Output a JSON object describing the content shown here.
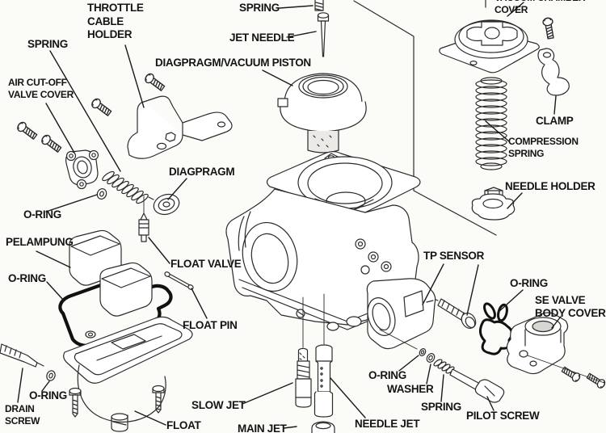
{
  "diagram": {
    "subject": "Carburetor exploded parts diagram",
    "colors": {
      "background": "#fbfbf8",
      "line_art": "#2b2b2b",
      "gasket_bold": "#111111",
      "label_text": "#141414"
    },
    "labels": {
      "spring_top": "SPRING",
      "throttle_cable_holder": "THROTTLE\nCABLE\nHOLDER",
      "jet_needle": "JET NEEDLE",
      "diaphragm_vacuum_piston": "DIAGPRAGM/VACUUM PISTON",
      "spring_left": "SPRING",
      "air_cutoff_valve_cover": "AIR CUT-OFF\nVALVE COVER",
      "vacuum_chamber_cover": "VACUUM CHAMBER COVER",
      "clamp": "CLAMP",
      "compression_spring": "COMPRESSION SPRING",
      "needle_holder": "NEEDLE HOLDER",
      "diaphragm": "DIAGPRAGM",
      "o_ring_air_cutoff": "O-RING",
      "pelampung": "PELAMPUNG",
      "float_valve": "FLOAT VALVE",
      "o_ring_bowl_gasket": "O-RING",
      "float_pin": "FLOAT PIN",
      "tp_sensor": "TP SENSOR",
      "o_ring_se_valve": "O-RING",
      "se_valve_body_cover": "SE VALVE\nBODY COVER",
      "drain_screw": "DRAIN\nSCREW",
      "o_ring_drain": "O-RING",
      "slow_jet": "SLOW JET",
      "float": "FLOAT",
      "main_jet": "MAIN JET",
      "needle_jet": "NEEDLE JET",
      "o_ring_pilot": "O-RING",
      "washer": "WASHER",
      "spring_pilot": "SPRING",
      "pilot_screw": "PILOT SCREW"
    }
  }
}
